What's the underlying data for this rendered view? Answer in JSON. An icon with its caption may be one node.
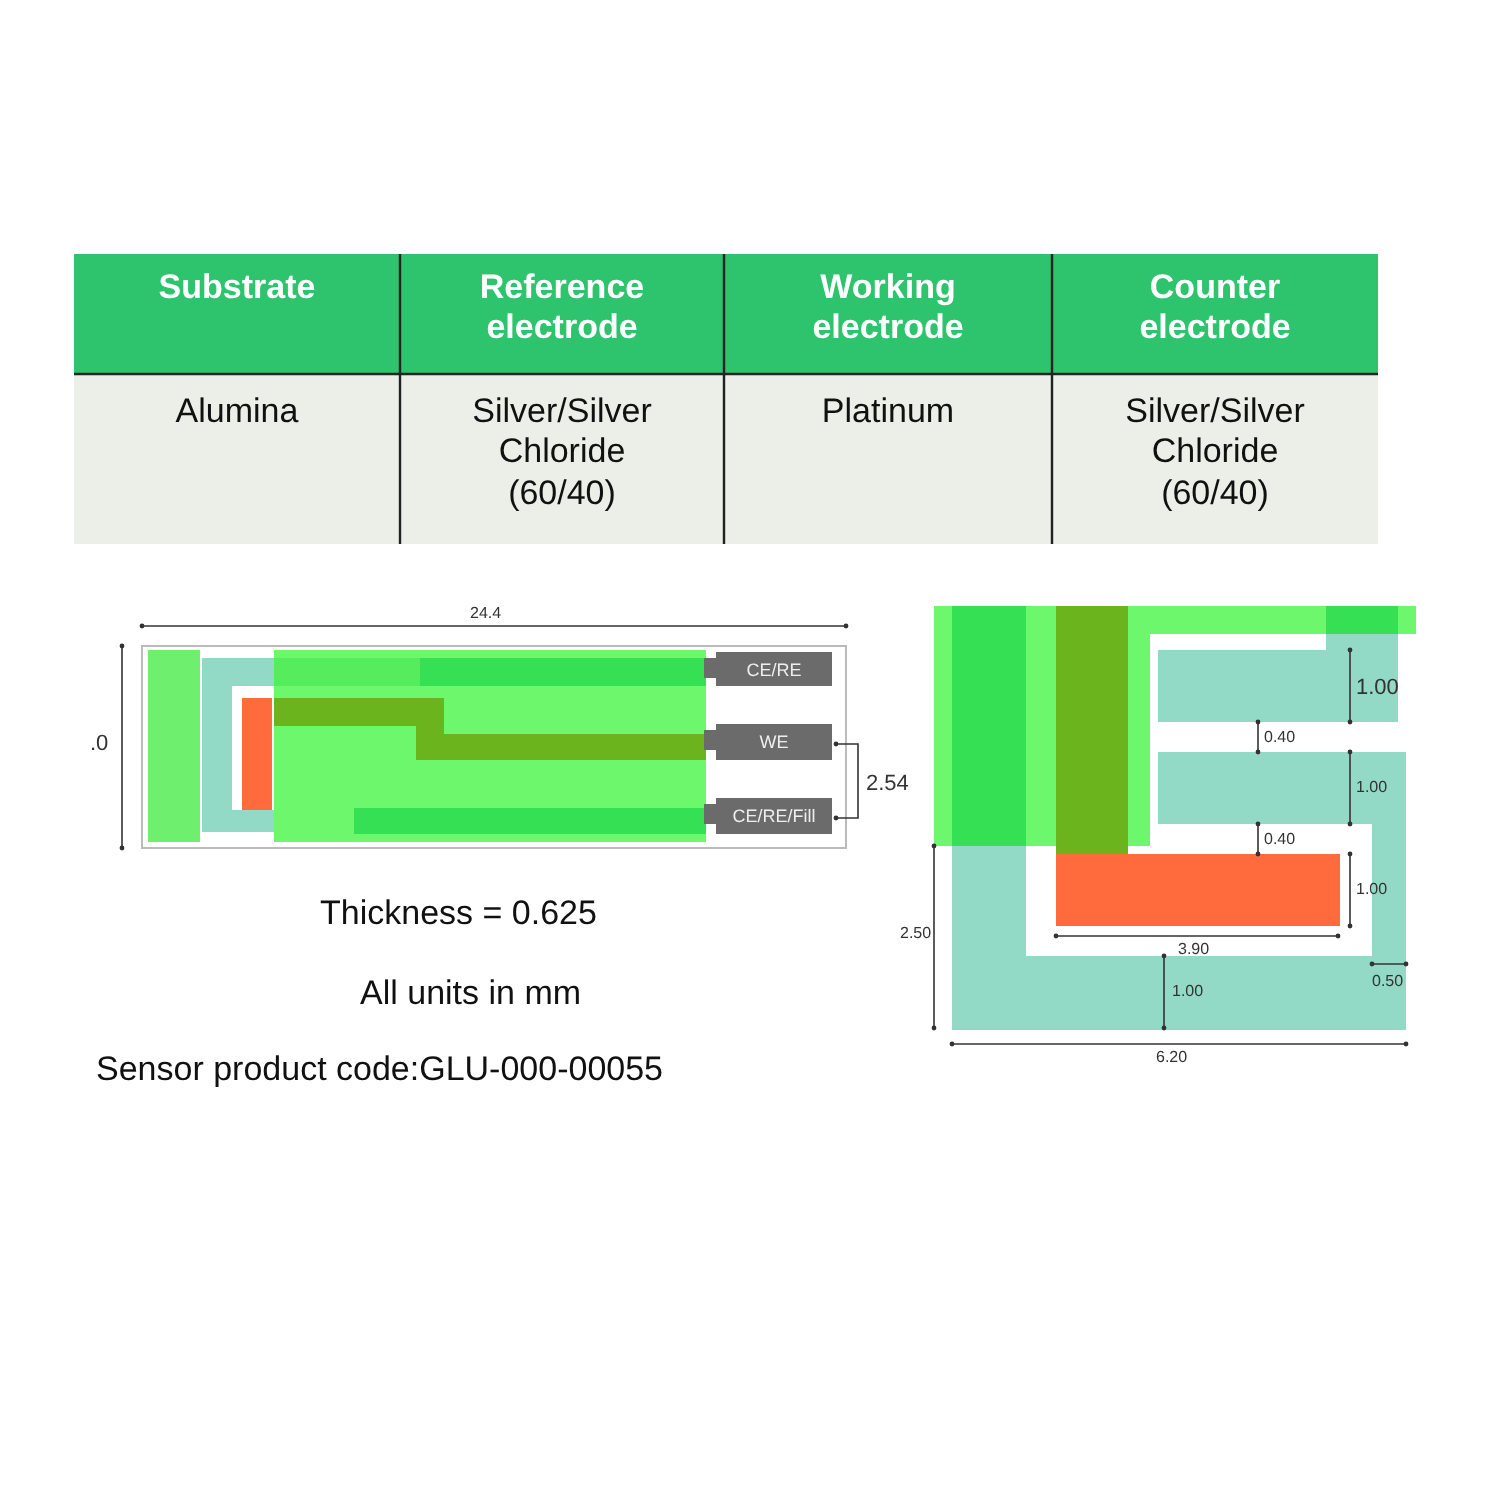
{
  "diagram": {
    "nodes": [
      {
        "text": [
          "CE/RE"
        ]
      },
      {
        "text": [
          "WE"
        ]
      },
      {
        "text": [
          "CE/RE/Fill"
        ]
      }
    ],
    "edges": [],
    "labels": [
      "Substrate",
      "Reference electrode",
      "Working electrode",
      "Counter electrode",
      "Alumina",
      "Silver/Silver Chloride (60/40)",
      "Platinum",
      "Silver/Silver Chloride (60/40)",
      "24.4",
      ".0",
      "2.54",
      "Thickness = 0.625",
      "All units in mm",
      "Sensor product code:GLU-000-00055",
      "1.00",
      "0.40",
      "1.00",
      "0.40",
      "1.00",
      "2.50",
      "3.90",
      "0.50",
      "1.00",
      "6.20"
    ]
  }
}
